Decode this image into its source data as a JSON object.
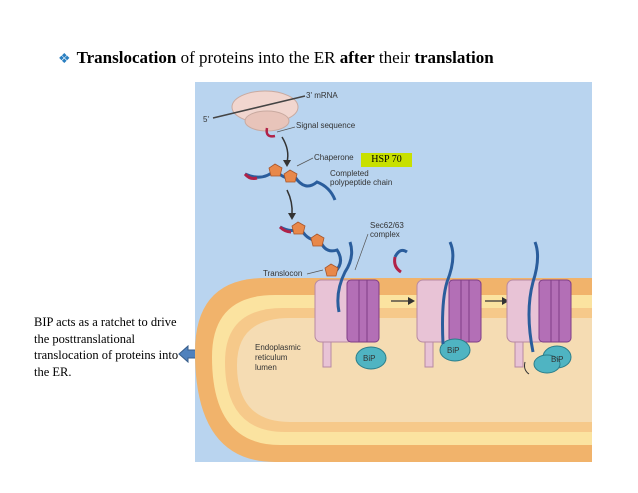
{
  "title": {
    "part1": "Translocation",
    "part2": " of proteins into the ER ",
    "part3": "after",
    "part4": " their ",
    "part5": "translation"
  },
  "side_note": "BIP acts as a ratchet to drive the posttranslational translocation of proteins into the ER.",
  "figure": {
    "labels": {
      "mrna": "3' mRNA",
      "five_prime": "5'",
      "signal_sequence": "Signal sequence",
      "chaperone": "Chaperone",
      "completed_line1": "Completed",
      "completed_line2": "polypeptide chain",
      "sec_line1": "Sec62/63",
      "sec_line2": "complex",
      "translocon": "Translocon",
      "er_line1": "Endoplasmic",
      "er_line2": "reticulum",
      "er_line3": "lumen",
      "bip": "BiP"
    },
    "highlight": "HSP 70"
  }
}
